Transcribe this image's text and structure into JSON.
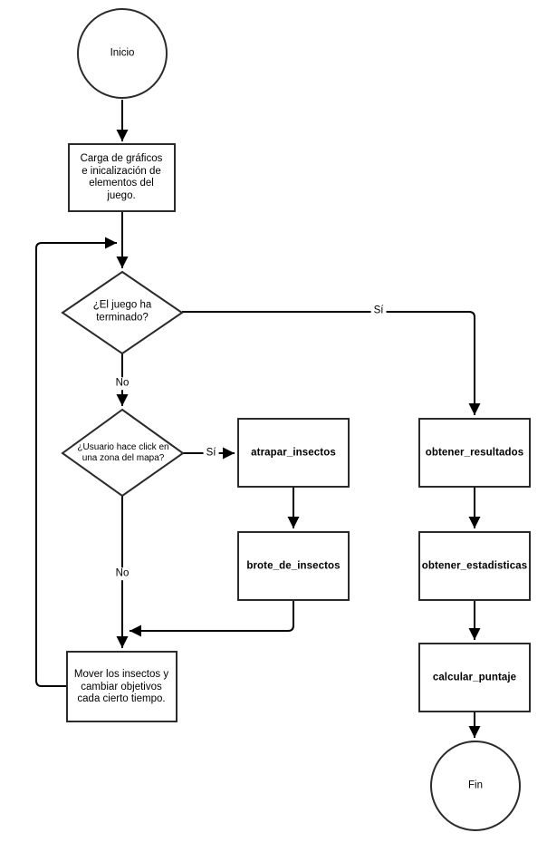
{
  "diagram": {
    "background": "#ffffff",
    "connector_color": "#000000",
    "shape_stroke_color": "#2b2b2b",
    "shape_fill_color": "#ffffff",
    "nodes": {
      "inicio": {
        "label": "Inicio"
      },
      "carga": {
        "lines": [
          "Carga de gráficos",
          "e inicalización de",
          "elementos del",
          "juego."
        ]
      },
      "juego_terminado": {
        "lines": [
          "¿El juego ha",
          "terminado?"
        ]
      },
      "usuario_click": {
        "lines": [
          "¿Usuario hace click en",
          "una zona del mapa?"
        ]
      },
      "atrapar_insectos": {
        "label": "atrapar_insectos"
      },
      "brote_de_insectos": {
        "label": "brote_de_insectos"
      },
      "mover": {
        "lines": [
          "Mover los insectos y",
          "cambiar objetivos",
          "cada cierto tiempo."
        ]
      },
      "obtener_resultados": {
        "label": "obtener_resultados"
      },
      "obtener_estadisticas": {
        "label": "obtener_estadisticas"
      },
      "calcular_puntaje": {
        "label": "calcular_puntaje"
      },
      "fin": {
        "label": "Fin"
      }
    },
    "edge_labels": {
      "si_terminado": "Sí",
      "no_terminado": "No",
      "si_click": "Sí",
      "no_click": "No"
    }
  }
}
